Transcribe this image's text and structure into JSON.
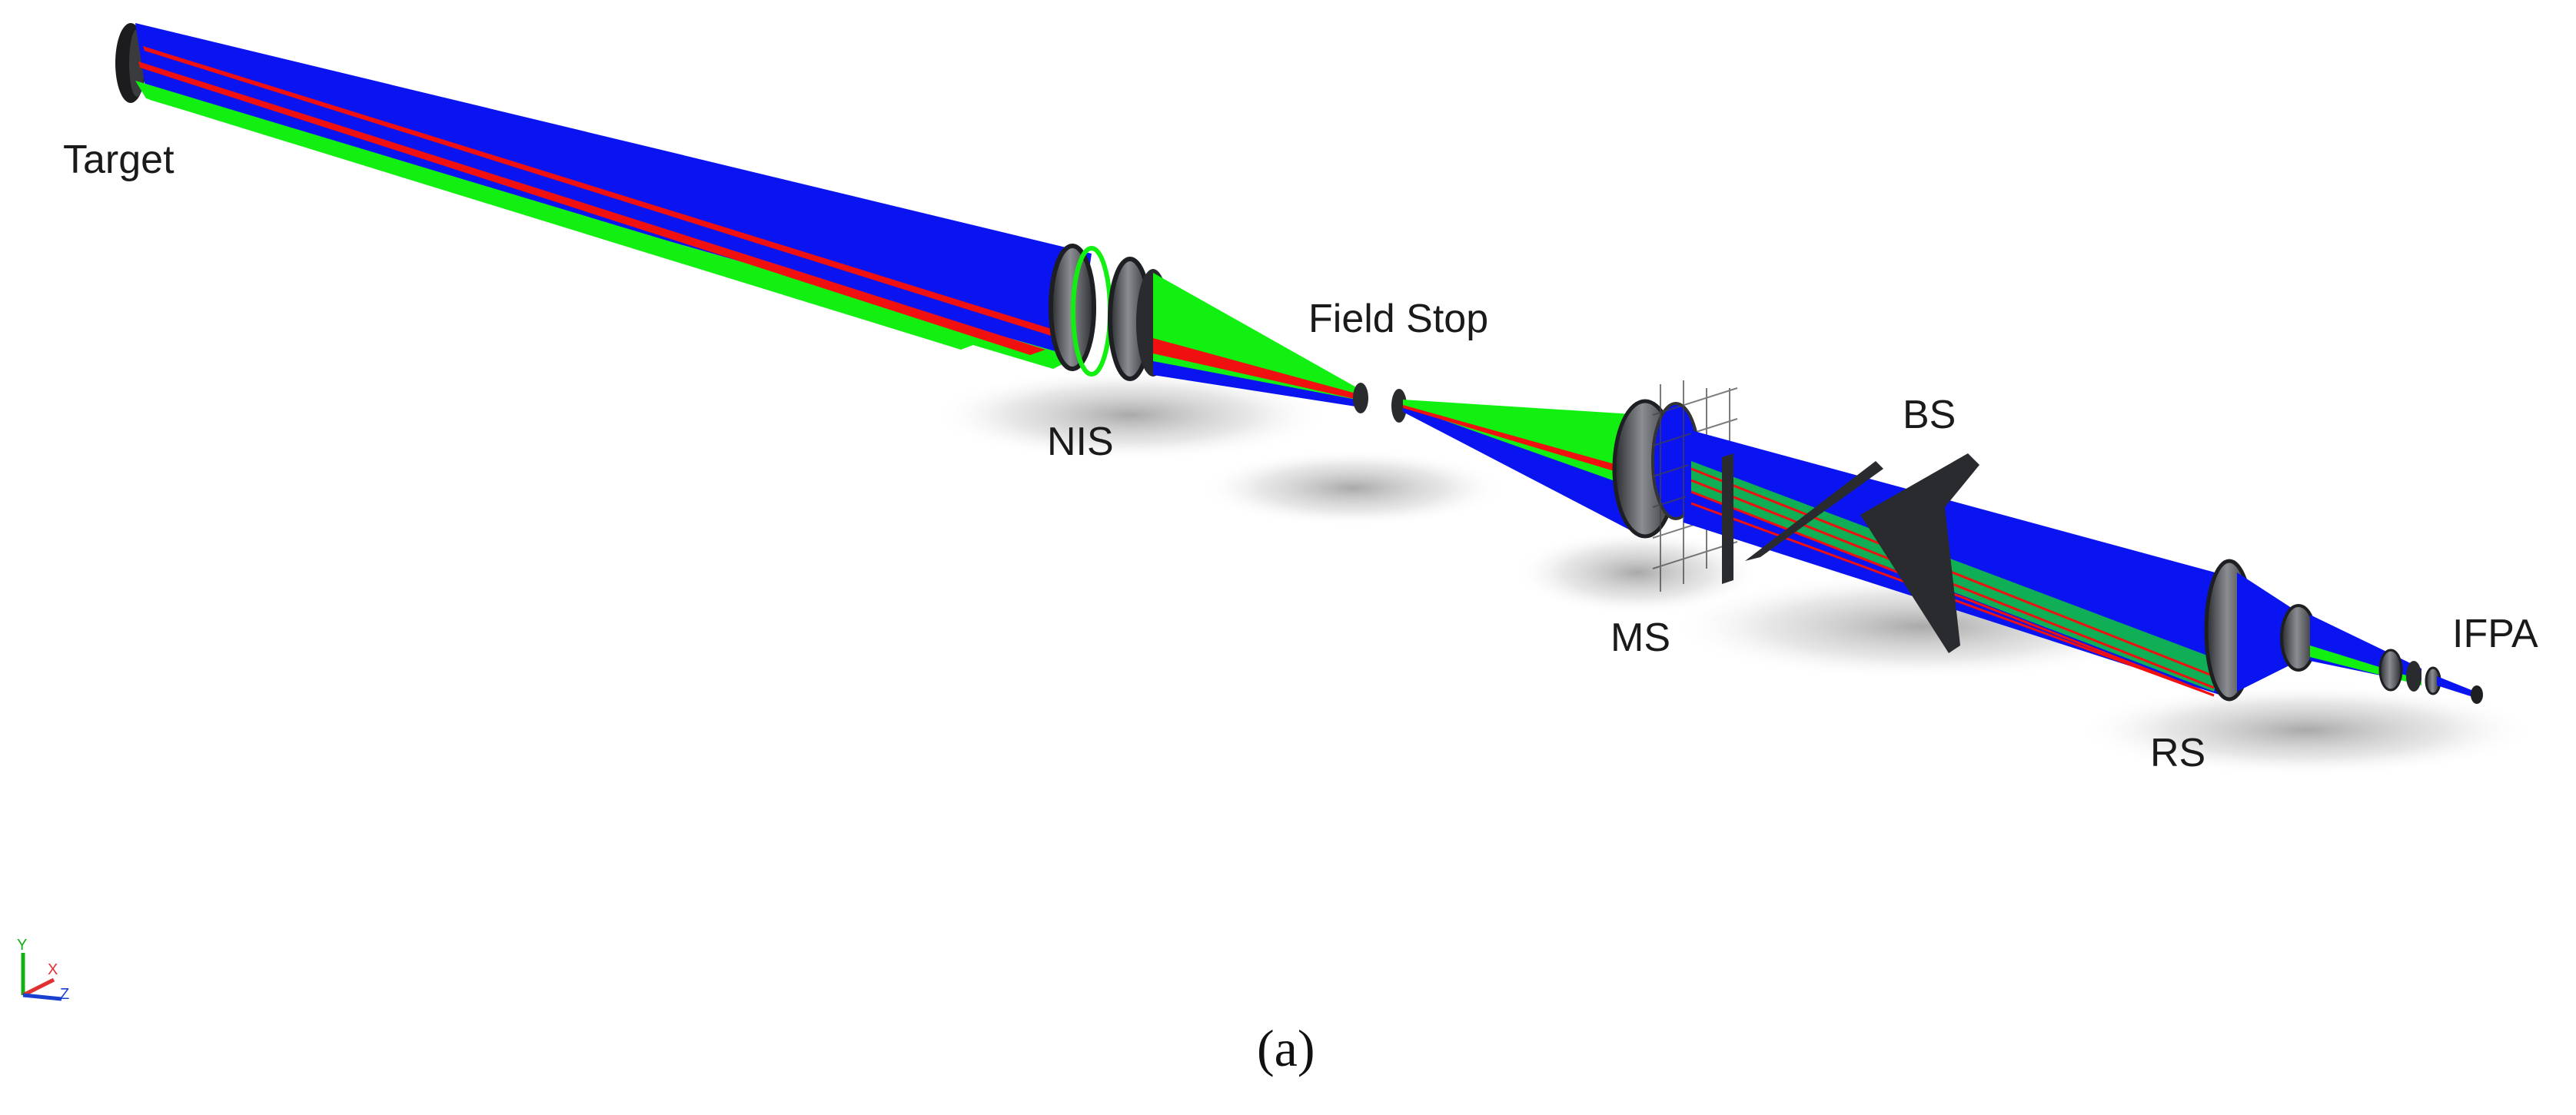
{
  "labels": {
    "target": "Target",
    "field_stop": "Field Stop",
    "nis": "NIS",
    "bs": "BS",
    "ms": "MS",
    "rs": "RS",
    "ifpa": "IFPA"
  },
  "axis_triad": {
    "y": "Y",
    "x": "X",
    "z": "Z"
  },
  "caption": "(a)",
  "colors": {
    "ray_blue": "#0a14f0",
    "ray_red": "#f01010",
    "ray_green": "#12f012",
    "lens_gray": "#55585c",
    "lens_dark": "#1e1f22"
  }
}
